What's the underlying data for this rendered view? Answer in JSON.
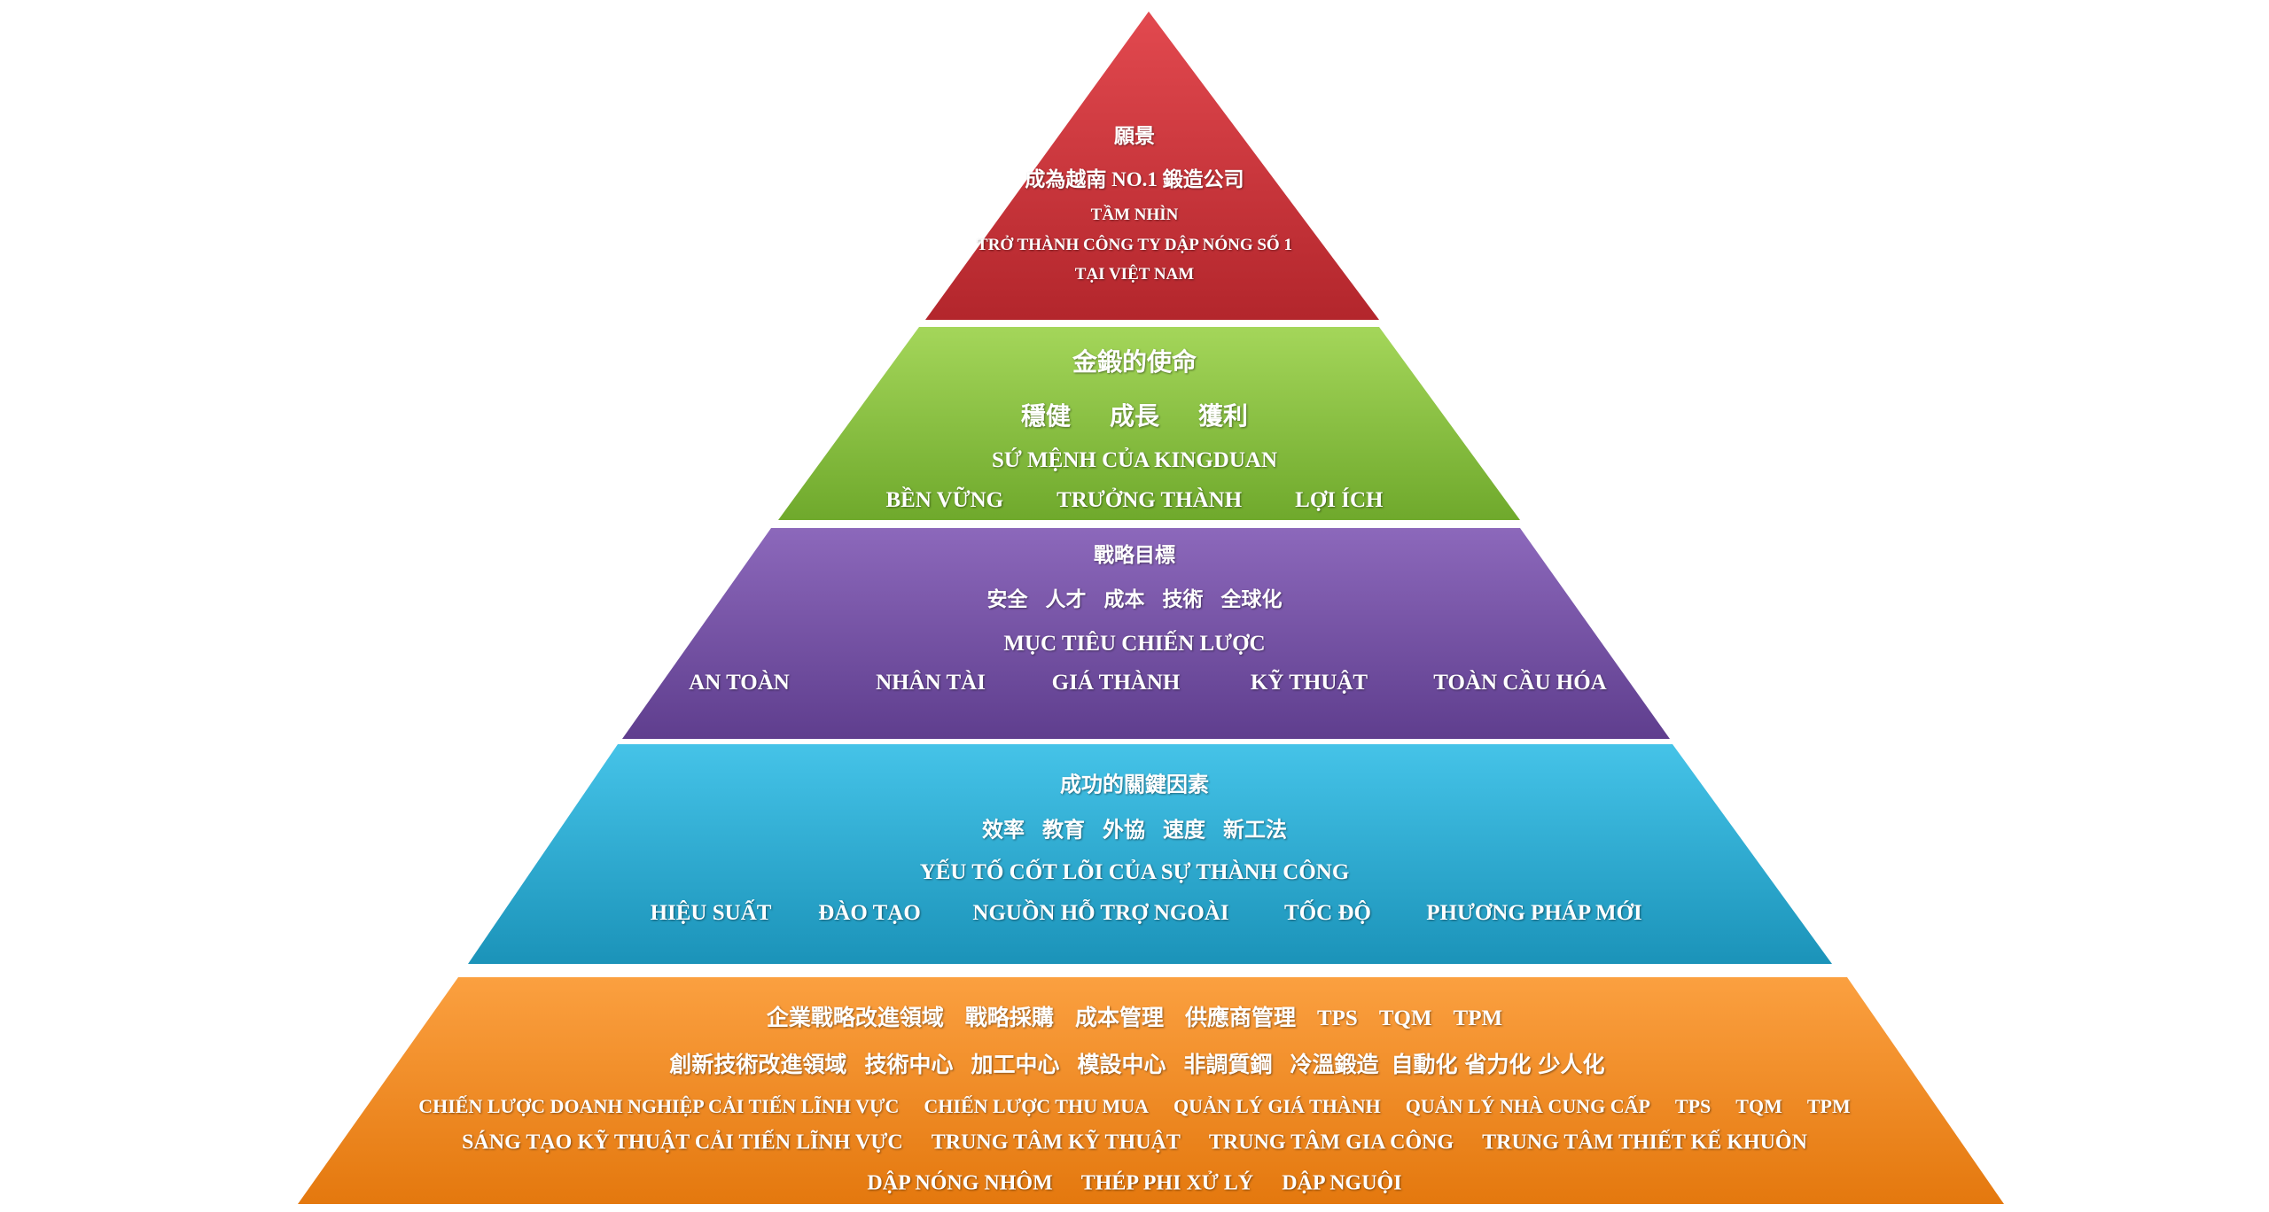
{
  "colors": {
    "vision": "#c9333a",
    "mission": "#8cc63f",
    "strategy": "#7b54a8",
    "success": "#2aaed6",
    "foundation": "#f48a1f"
  },
  "vision": {
    "title_zh": "願景",
    "text_zh": "成為越南 NO.1 鍛造公司",
    "title_vi": "TẦM NHÌN",
    "text_vi_1": "TRỞ THÀNH CÔNG TY DẬP NÓNG SỐ 1",
    "text_vi_2": "TẠI VIỆT NAM"
  },
  "mission": {
    "title_zh": "金鍛的使命",
    "items_zh": [
      "穩健",
      "成長",
      "獲利"
    ],
    "title_vi": "SỨ MỆNH CỦA KINGDUAN",
    "items_vi": [
      "BỀN VỮNG",
      "TRƯỞNG THÀNH",
      "LỢI ÍCH"
    ]
  },
  "strategy": {
    "title_zh": "戰略目標",
    "items_zh": [
      "安全",
      "人才",
      "成本",
      "技術",
      "全球化"
    ],
    "title_vi": "MỤC TIÊU CHIẾN LƯỢC",
    "items_vi": [
      "AN TOÀN",
      "NHÂN TÀI",
      "GIÁ THÀNH",
      "KỸ THUẬT",
      "TOÀN CẦU HÓA"
    ]
  },
  "success": {
    "title_zh": "成功的關鍵因素",
    "items_zh": [
      "效率",
      "教育",
      "外協",
      "速度",
      "新工法"
    ],
    "title_vi": "YẾU TỐ CỐT LÕI CỦA SỰ THÀNH CÔNG",
    "items_vi": [
      "HIỆU SUẤT",
      "ĐÀO TẠO",
      "NGUỒN HỖ TRỢ NGOÀI",
      "TỐC ĐỘ",
      "PHƯƠNG PHÁP MỚI"
    ]
  },
  "foundation": {
    "row1": [
      "企業戰略改進領域",
      "戰略採購",
      "成本管理",
      "供應商管理",
      "TPS",
      "TQM",
      "TPM"
    ],
    "row2": [
      "創新技術改進領域",
      "技術中心",
      "加工中心",
      "模設中心",
      "非調質鋼",
      "冷溫鍛造",
      "自動化",
      "省力化",
      "少人化"
    ],
    "row3": [
      "CHIẾN LƯỢC DOANH NGHIỆP CẢI TIẾN LĨNH VỰC",
      "CHIẾN LƯỢC THU MUA",
      "QUẢN LÝ GIÁ THÀNH",
      "QUẢN LÝ NHÀ CUNG CẤP",
      "TPS",
      "TQM",
      "TPM"
    ],
    "row4": [
      "SÁNG TẠO KỸ THUẬT CẢI TIẾN LĨNH VỰC",
      "TRUNG TÂM KỸ THUẬT",
      "TRUNG TÂM GIA CÔNG",
      "TRUNG TÂM THIẾT KẾ KHUÔN"
    ],
    "row5": [
      "DẬP NÓNG NHÔM",
      "THÉP PHI XỬ LÝ",
      "DẬP NGUỘI"
    ]
  }
}
